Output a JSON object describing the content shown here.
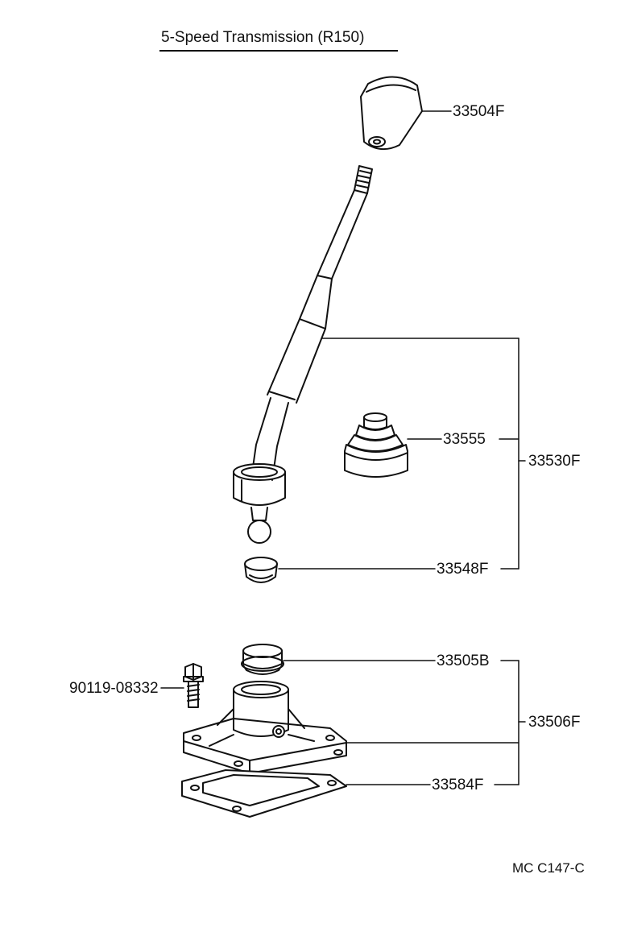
{
  "title": "5-Speed Transmission (R150)",
  "parts": {
    "knob": "33504F",
    "boot": "33555",
    "lever_assembly": "33530F",
    "seat": "33548F",
    "bushing": "33505B",
    "bolt": "90119-08332",
    "retainer_assembly": "33506F",
    "gasket": "33584F"
  },
  "figure_code": "MC  C147-C"
}
